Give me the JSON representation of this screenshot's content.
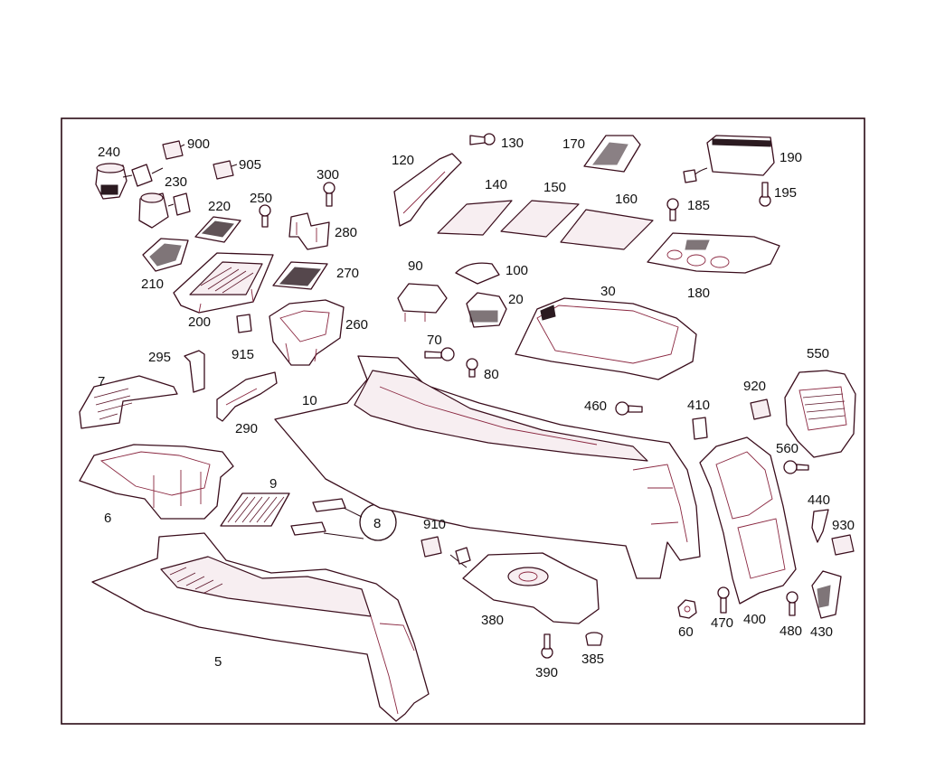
{
  "diagram": {
    "part_numbers": [
      "240",
      "900",
      "230",
      "905",
      "300",
      "220",
      "250",
      "280",
      "210",
      "270",
      "200",
      "915",
      "260",
      "295",
      "7",
      "290",
      "6",
      "9",
      "8",
      "120",
      "130",
      "140",
      "150",
      "170",
      "160",
      "190",
      "185",
      "195",
      "180",
      "90",
      "100",
      "20",
      "30",
      "70",
      "80",
      "10",
      "460",
      "410",
      "920",
      "550",
      "560",
      "440",
      "930",
      "910",
      "380",
      "390",
      "385",
      "60",
      "470",
      "400",
      "480",
      "430",
      "5"
    ]
  }
}
